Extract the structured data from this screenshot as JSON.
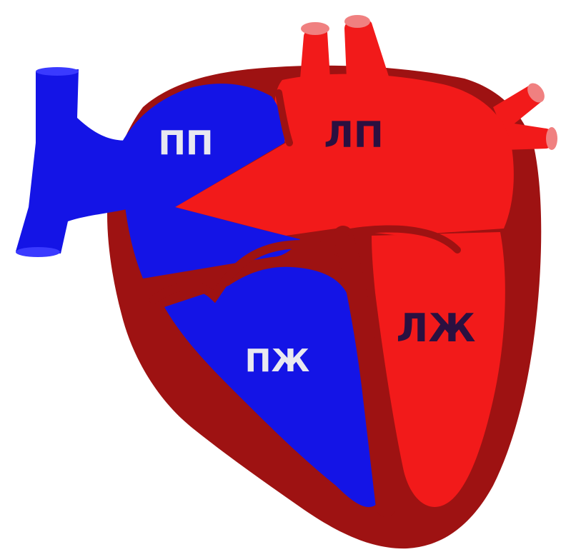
{
  "colors": {
    "background": "#ffffff",
    "deoxygenated_blue": "#1414e6",
    "oxygenated_red": "#f21a1a",
    "myocardium_dark_red": "#9e1212",
    "vessel_highlight_pink": "#f08080",
    "label_light": "#e8e8f0",
    "label_dark": "#2a1040"
  },
  "labels": {
    "right_atrium": "ПП",
    "left_atrium": "ЛП",
    "right_ventricle": "ПЖ",
    "left_ventricle": "ЛЖ"
  }
}
